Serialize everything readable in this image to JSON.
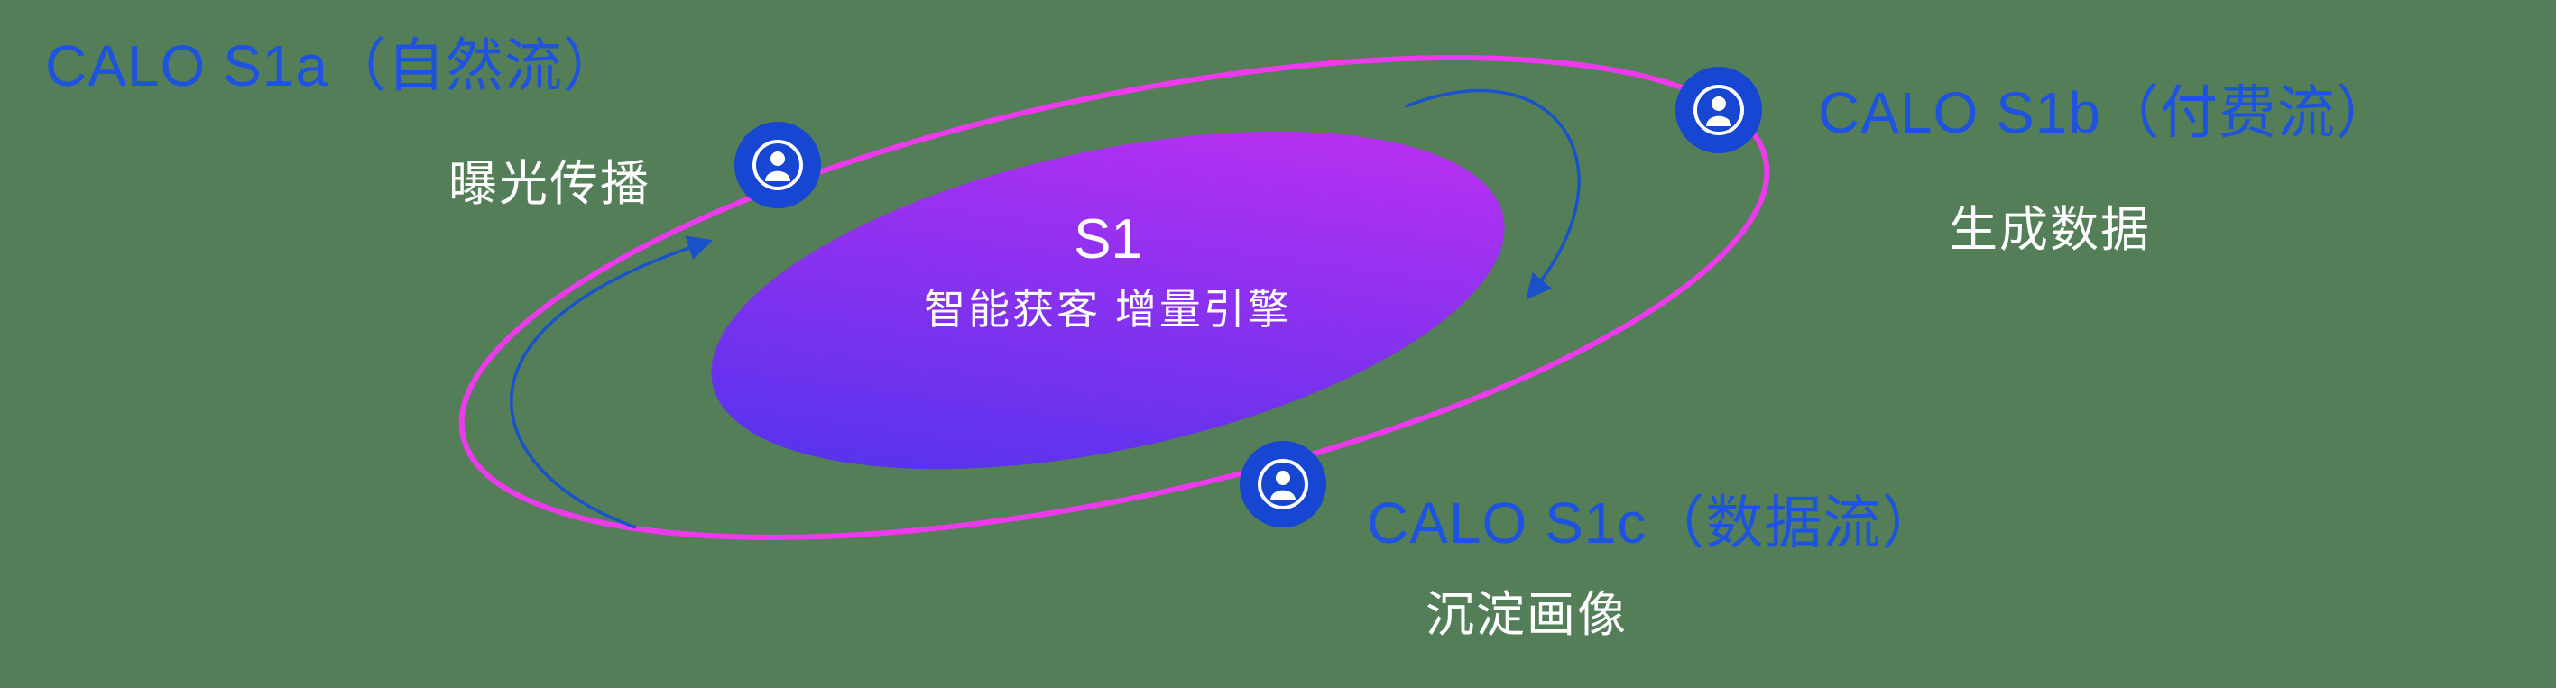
{
  "diagram": {
    "core": {
      "title": "S1",
      "subtitle": "智能获客  增量引擎"
    },
    "nodes": [
      {
        "id": "s1a",
        "label": "CALO S1a（自然流）",
        "sublabel": "曝光传播",
        "icon": "person-icon"
      },
      {
        "id": "s1b",
        "label": "CALO S1b（付费流）",
        "sublabel": "生成数据",
        "icon": "person-icon"
      },
      {
        "id": "s1c",
        "label": "CALO S1c（数据流）",
        "sublabel": "沉淀画像",
        "icon": "person-icon"
      }
    ],
    "colors": {
      "background": "#537E58",
      "label_blue": "#1E53E0",
      "orbit_pink": "#ED3AED",
      "node_blue": "#1746D2",
      "core_gradient_start": "#4634EC",
      "core_gradient_end": "#C92FF2",
      "arrow_blue": "#1A52CC",
      "text_white": "#FFFFFF"
    }
  }
}
